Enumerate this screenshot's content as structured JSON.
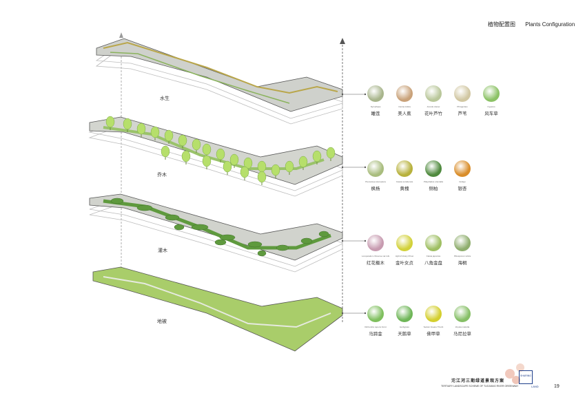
{
  "header": {
    "title_cn": "植物配置图",
    "title_en": "Plants Configuration"
  },
  "layers": [
    {
      "label": "水生"
    },
    {
      "label": "乔木"
    },
    {
      "label": "灌木"
    },
    {
      "label": "地被"
    }
  ],
  "plant_groups": [
    [
      {
        "latin": "Nymphaea",
        "cn": "睡莲",
        "color": "#a8b58c"
      },
      {
        "latin": "Canna indica",
        "cn": "美人蕉",
        "color": "#c9a27a"
      },
      {
        "latin": "Arundo donax",
        "cn": "花叶芦竹",
        "color": "#b9c79a"
      },
      {
        "latin": "Phragmites",
        "cn": "芦苇",
        "color": "#d1c7a2"
      },
      {
        "latin": "Cyperus",
        "cn": "风车草",
        "color": "#8cc266"
      }
    ],
    [
      {
        "latin": "Pterocarya stenoptera",
        "cn": "枫杨",
        "color": "#a9bd7e"
      },
      {
        "latin": "Cassia surattensis",
        "cn": "黄槐",
        "color": "#b7b13c"
      },
      {
        "latin": "Platycladus orientalis",
        "cn": "侧柏",
        "color": "#4f8a3e"
      },
      {
        "latin": "Ginkgo",
        "cn": "银杏",
        "color": "#d98d2a"
      }
    ],
    [
      {
        "latin": "Loropetalum chinense var.rubrum",
        "cn": "红花檵木",
        "color": "#c79bb0"
      },
      {
        "latin": "Hybrid Vicary Privet",
        "cn": "金叶女贞",
        "color": "#d2d13a"
      },
      {
        "latin": "Fatsia japonica",
        "cn": "八角金盘",
        "color": "#9fbf63"
      },
      {
        "latin": "Pittosporum tobira",
        "cn": "海桐",
        "color": "#8fae6e"
      }
    ],
    [
      {
        "latin": "Dichondra repens Forst",
        "cn": "马蹄金",
        "color": "#7fbf5e"
      },
      {
        "latin": "Herbgrass",
        "cn": "天鹅草",
        "color": "#6fb658"
      },
      {
        "latin": "Sedum lineare Thunb",
        "cn": "佛甲草",
        "color": "#d4cf2e"
      },
      {
        "latin": "Zoysia matrella",
        "cn": "马尼拉草",
        "color": "#86bf66"
      }
    ]
  ],
  "footer": {
    "title_cn": "沱江河三期绿道景观方案",
    "title_en": "TERTIARY LANDSCAPE SCHEME OF TUOJIANG RIVER GREENWAY",
    "logo_text": "SHARING",
    "logo_sub": "LAND",
    "page_number": "19"
  }
}
